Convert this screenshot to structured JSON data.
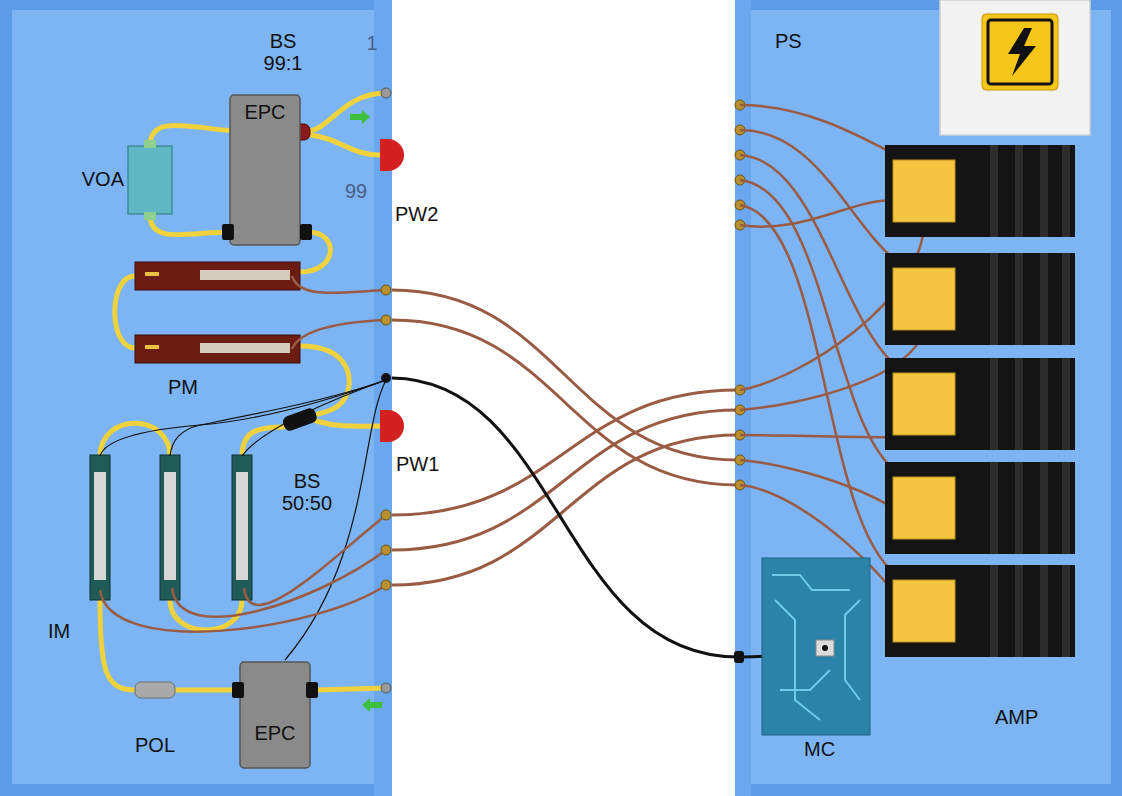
{
  "diagram": {
    "labels": [
      "BS 99:1",
      "1",
      "VOA",
      "EPC",
      "99",
      "PW2",
      "PS",
      "PM",
      "BS 50:50",
      "PW1",
      "IM",
      "POL",
      "EPC",
      "MC",
      "AMP"
    ]
  }
}
